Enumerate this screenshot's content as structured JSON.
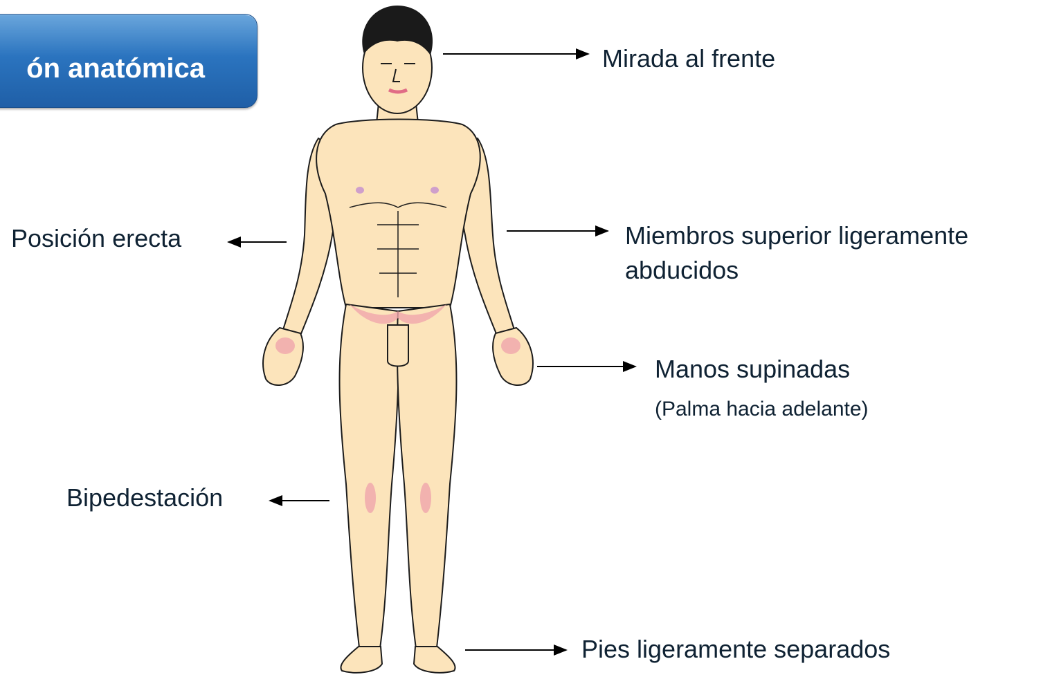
{
  "title": "ón anatómica",
  "labels": {
    "gaze": "Mirada al frente",
    "erect": "Posición erecta",
    "upper_limbs_1": "Miembros superior ligeramente",
    "upper_limbs_2": "abducidos",
    "hands": "Manos supinadas",
    "hands_note": "(Palma hacia adelante)",
    "bipedal": "Bipedestación",
    "feet": "Pies ligeramente separados"
  },
  "colors": {
    "banner": "#2b74bf",
    "skin": "#fce4bb",
    "shade": "#f0a6ad",
    "text": "#0f2233"
  }
}
